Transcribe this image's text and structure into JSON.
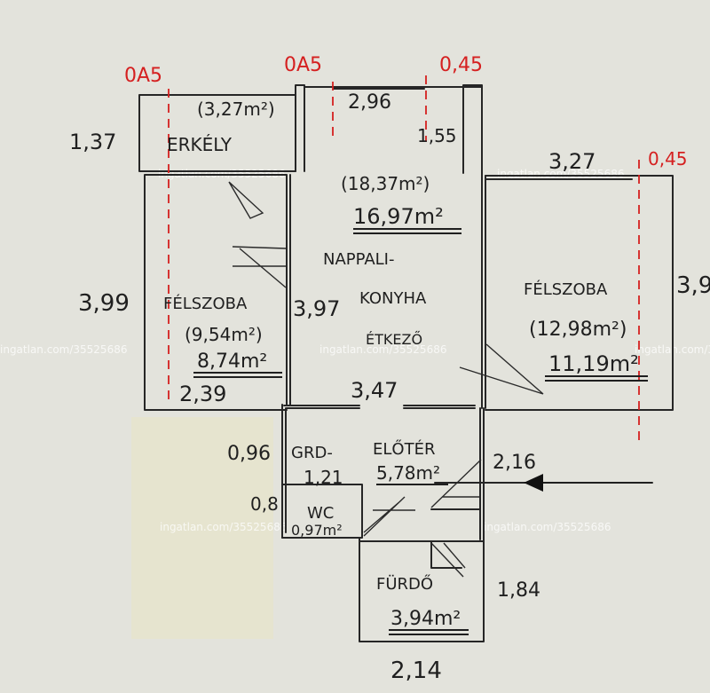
{
  "colors": {
    "paper": "#e3e3dc",
    "ink": "#1f1f1f",
    "red_ink": "#d52020",
    "smudge": "#e6e4cc"
  },
  "watermark": "ingatlan.com/35525686",
  "red_marks": {
    "top_left": "0A5",
    "top_mid": "0A5",
    "top_right": "0,45",
    "right": "0,45"
  },
  "dimensions": {
    "erkely_height": "1,37",
    "left_room_height": "3,99",
    "right_room_height": "3,9",
    "top_width": "2,96",
    "top_right_small": "1,55",
    "right_room_width": "3,27",
    "center_mid": "3,97",
    "center_width": "3,47",
    "left_room_width": "2,39",
    "hall_height": "0,96",
    "hall_width": "1,21",
    "hall_right": "2,16",
    "wc_height": "0,8",
    "bath_height": "1,84",
    "bath_width": "2,14"
  },
  "rooms": {
    "erkely": {
      "name": "ERKÉLY",
      "area": "(3,27m²)"
    },
    "living": {
      "area_gross": "(18,37m²)",
      "area": "16,97m²",
      "name_line1": "NAPPALI-",
      "name_line2": "KONYHA",
      "name_line3": "ÉTKEZŐ"
    },
    "left_room": {
      "name": "FÉLSZOBA",
      "area_gross": "(9,54m²)",
      "area": "8,74m²"
    },
    "right_room": {
      "name": "FÉLSZOBA",
      "area_gross": "(12,98m²)",
      "area": "11,19m²"
    },
    "hall": {
      "name_a": "GRD-",
      "name_b": "ELŐTÉR",
      "area": "5,78m²"
    },
    "wc": {
      "name": "WC",
      "area": "0,97m²"
    },
    "bath": {
      "name": "FÜRDŐ",
      "area": "3,94m²"
    }
  }
}
